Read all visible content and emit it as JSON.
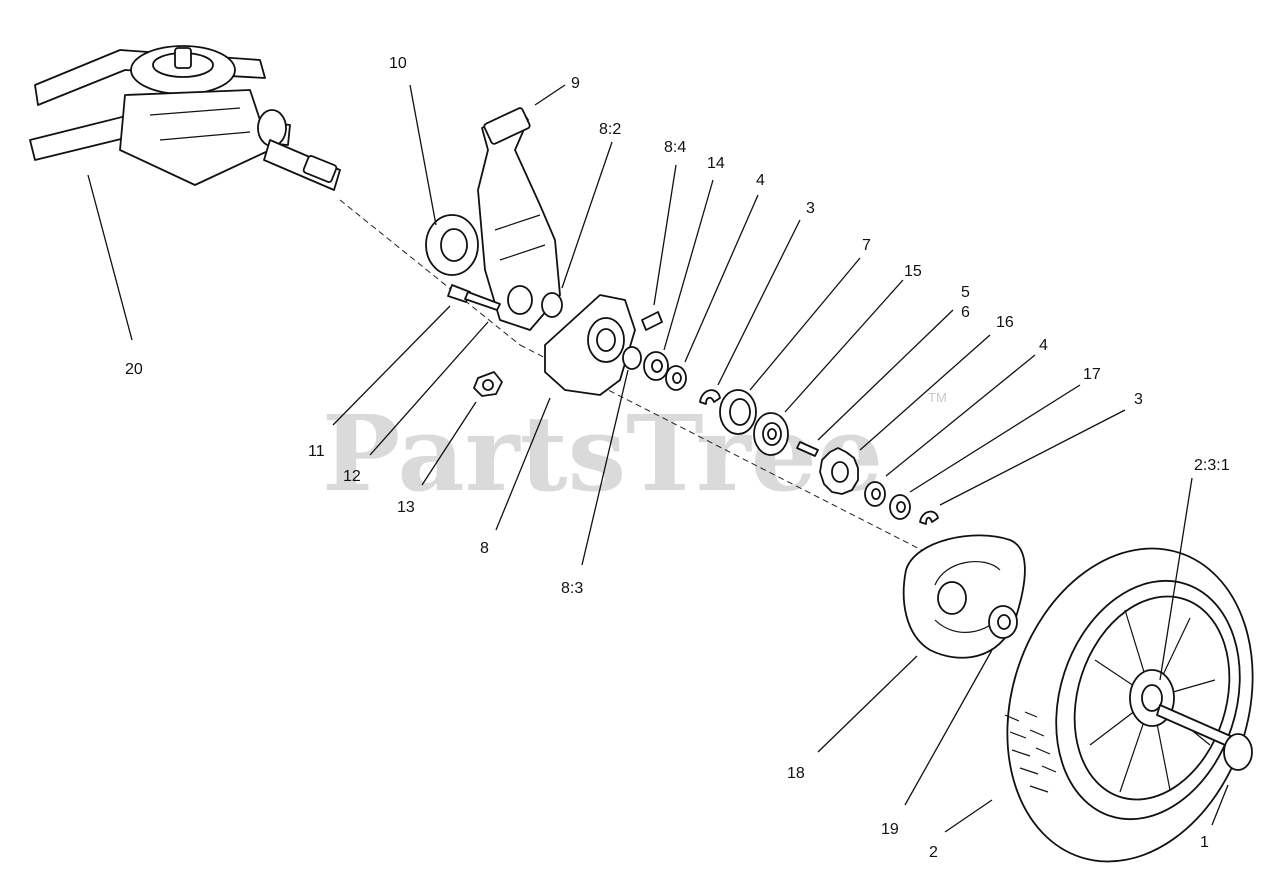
{
  "watermark": {
    "text": "PartsTree",
    "mark": "TM"
  },
  "callouts": [
    {
      "id": "20",
      "text": "20"
    },
    {
      "id": "10",
      "text": "10"
    },
    {
      "id": "9",
      "text": "9"
    },
    {
      "id": "8:2",
      "text": "8:2"
    },
    {
      "id": "8:4",
      "text": "8:4"
    },
    {
      "id": "14",
      "text": "14"
    },
    {
      "id": "4a",
      "text": "4"
    },
    {
      "id": "3a",
      "text": "3"
    },
    {
      "id": "7",
      "text": "7"
    },
    {
      "id": "15",
      "text": "15"
    },
    {
      "id": "5",
      "text": "5"
    },
    {
      "id": "6",
      "text": "6"
    },
    {
      "id": "16",
      "text": "16"
    },
    {
      "id": "4b",
      "text": "4"
    },
    {
      "id": "17",
      "text": "17"
    },
    {
      "id": "3b",
      "text": "3"
    },
    {
      "id": "2:3:1",
      "text": "2:3:1"
    },
    {
      "id": "11",
      "text": "11"
    },
    {
      "id": "12",
      "text": "12"
    },
    {
      "id": "13",
      "text": "13"
    },
    {
      "id": "8",
      "text": "8"
    },
    {
      "id": "8:3",
      "text": "8:3"
    },
    {
      "id": "18",
      "text": "18"
    },
    {
      "id": "19",
      "text": "19"
    },
    {
      "id": "2",
      "text": "2"
    },
    {
      "id": "1",
      "text": "1"
    }
  ]
}
